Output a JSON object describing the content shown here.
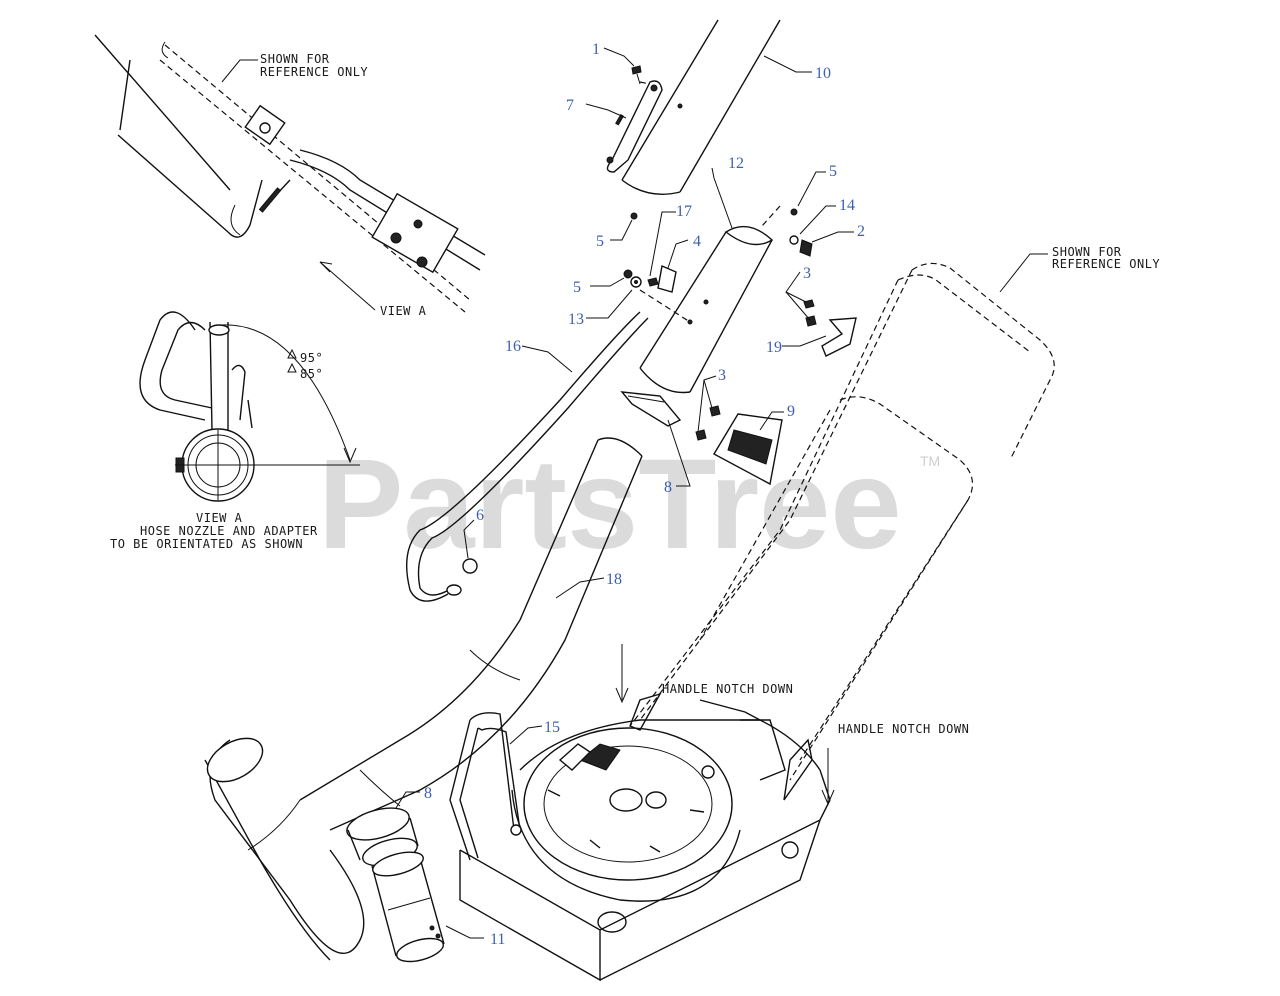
{
  "watermark": {
    "text": "PartsTree",
    "tm": "TM"
  },
  "notes": {
    "ref_top_left": [
      "SHOWN FOR",
      "REFERENCE ONLY"
    ],
    "ref_right": [
      "SHOWN FOR",
      "REFERENCE ONLY"
    ],
    "view_a_label": "VIEW A",
    "view_a_caption": [
      "VIEW A",
      "HOSE NOZZLE AND ADAPTER",
      "TO BE ORIENTATED AS SHOWN"
    ],
    "angle_95": "95°",
    "angle_85": "85°",
    "handle_notch_1": "HANDLE NOTCH DOWN",
    "handle_notch_2": "HANDLE NOTCH DOWN"
  },
  "callouts": {
    "c1": "1",
    "c2": "2",
    "c3a": "3",
    "c3b": "3",
    "c4": "4",
    "c5a": "5",
    "c5b": "5",
    "c5c": "5",
    "c6": "6",
    "c7": "7",
    "c8a": "8",
    "c8b": "8",
    "c9": "9",
    "c10": "10",
    "c11": "11",
    "c12": "12",
    "c13": "13",
    "c14": "14",
    "c15": "15",
    "c16": "16",
    "c17": "17",
    "c18": "18",
    "c19": "19"
  }
}
